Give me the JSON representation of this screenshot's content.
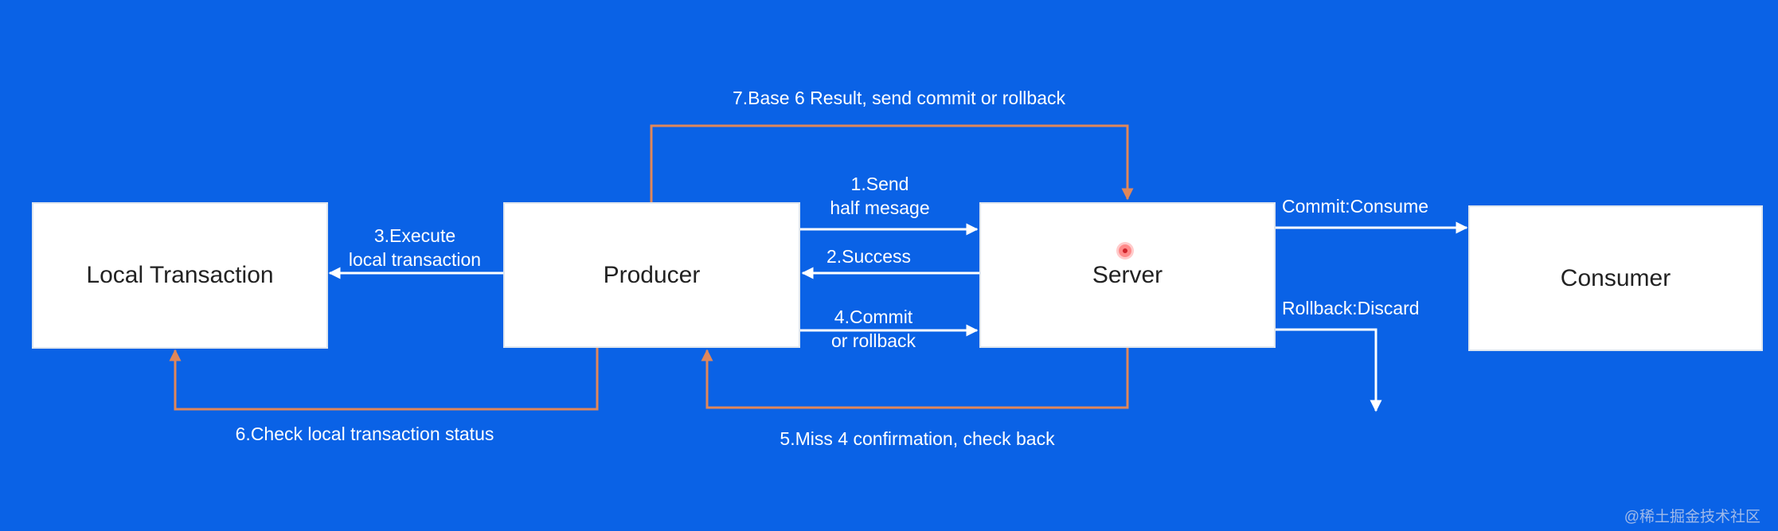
{
  "colors": {
    "background": "#0a62e6",
    "box_fill": "#ffffff",
    "arrow_white": "#ffffff",
    "arrow_orange": "#e0875a"
  },
  "nodes": {
    "local_transaction": "Local Transaction",
    "producer": "Producer",
    "server": "Server",
    "consumer": "Consumer"
  },
  "edges": {
    "step1": [
      "1.Send",
      "half mesage"
    ],
    "step2": "2.Success",
    "step3": [
      "3.Execute",
      "local transaction"
    ],
    "step4": [
      "4.Commit",
      "or rollback"
    ],
    "step5": "5.Miss 4 confirmation, check back",
    "step6": "6.Check local transaction status",
    "step7": "7.Base 6 Result, send commit or rollback",
    "commit": "Commit:Consume",
    "rollback": "Rollback:Discard"
  },
  "watermark": "@稀土掘金技术社区"
}
